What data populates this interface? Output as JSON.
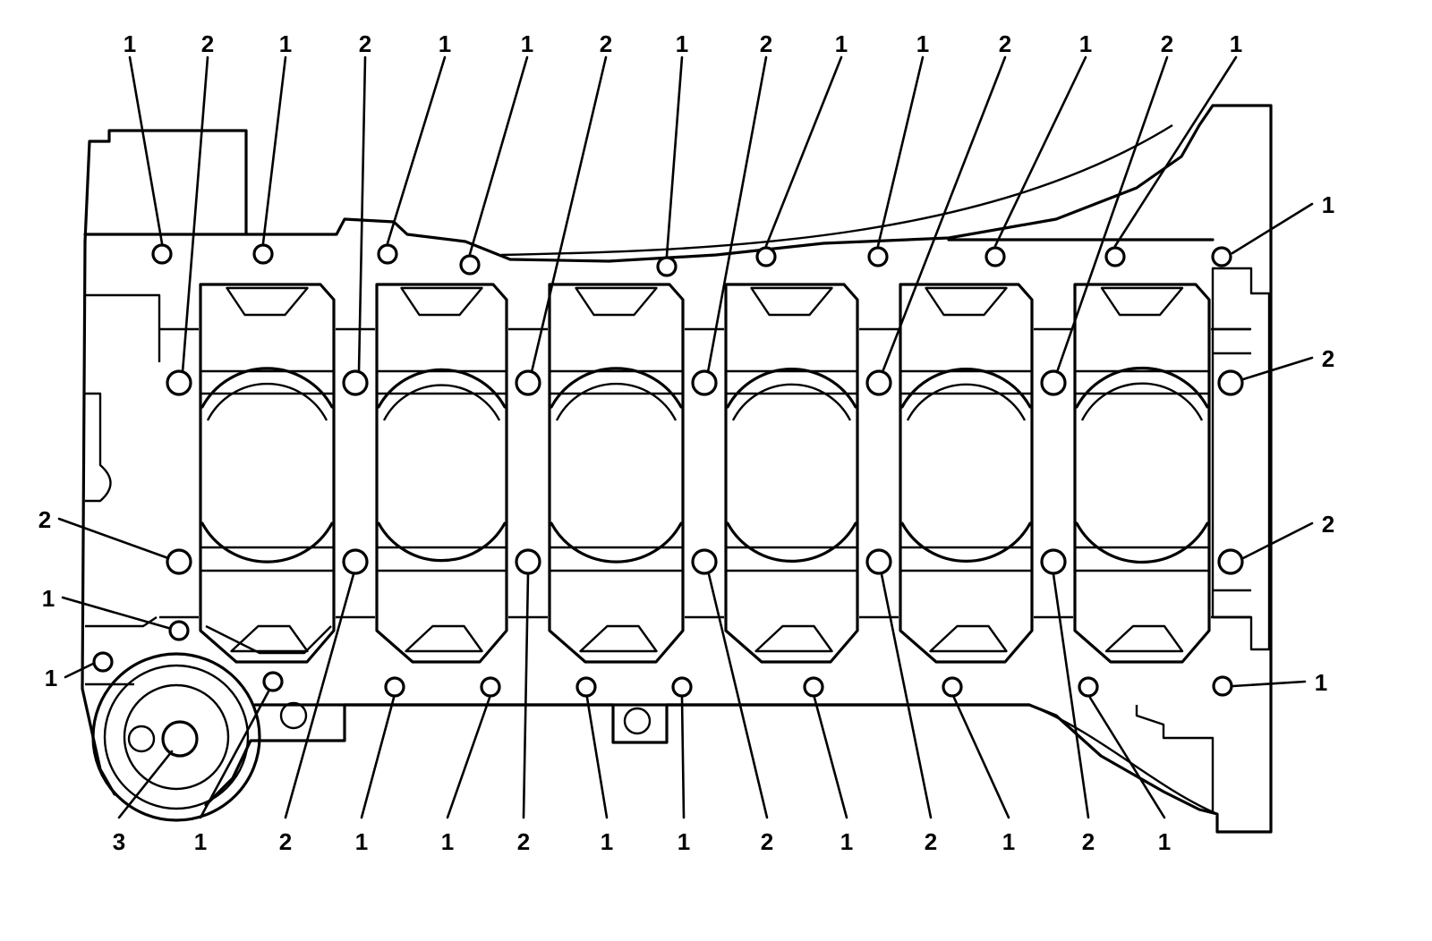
{
  "callouts": [
    {
      "text": "1",
      "target": "upper-block-bolt",
      "row": "top"
    },
    {
      "text": "2",
      "target": "main-bearing-bolt",
      "row": "top"
    },
    {
      "text": "1",
      "target": "upper-block-bolt",
      "row": "top"
    },
    {
      "text": "2",
      "target": "main-bearing-bolt",
      "row": "top"
    },
    {
      "text": "1",
      "target": "upper-block-bolt",
      "row": "top"
    },
    {
      "text": "1",
      "target": "upper-block-bolt",
      "row": "top"
    },
    {
      "text": "2",
      "target": "main-bearing-bolt",
      "row": "top"
    },
    {
      "text": "1",
      "target": "upper-block-bolt",
      "row": "top"
    },
    {
      "text": "2",
      "target": "main-bearing-bolt",
      "row": "top"
    },
    {
      "text": "1",
      "target": "upper-block-bolt",
      "row": "top"
    },
    {
      "text": "1",
      "target": "upper-block-bolt",
      "row": "top"
    },
    {
      "text": "2",
      "target": "main-bearing-bolt",
      "row": "top"
    },
    {
      "text": "1",
      "target": "upper-block-bolt",
      "row": "top"
    },
    {
      "text": "2",
      "target": "main-bearing-bolt",
      "row": "top"
    },
    {
      "text": "1",
      "target": "upper-block-bolt",
      "row": "top"
    },
    {
      "text": "1",
      "target": "upper-block-bolt",
      "row": "right"
    },
    {
      "text": "2",
      "target": "main-bearing-bolt",
      "row": "right"
    },
    {
      "text": "2",
      "target": "main-bearing-bolt",
      "row": "right"
    },
    {
      "text": "1",
      "target": "lower-block-bolt",
      "row": "right"
    },
    {
      "text": "2",
      "target": "main-bearing-bolt",
      "row": "left"
    },
    {
      "text": "1",
      "target": "lower-block-bolt",
      "row": "left"
    },
    {
      "text": "1",
      "target": "lower-block-bolt",
      "row": "left"
    },
    {
      "text": "3",
      "target": "crankshaft-plug",
      "row": "bottom"
    },
    {
      "text": "1",
      "target": "lower-block-bolt",
      "row": "bottom"
    },
    {
      "text": "2",
      "target": "main-bearing-bolt",
      "row": "bottom"
    },
    {
      "text": "1",
      "target": "lower-block-bolt",
      "row": "bottom"
    },
    {
      "text": "1",
      "target": "lower-block-bolt",
      "row": "bottom"
    },
    {
      "text": "2",
      "target": "main-bearing-bolt",
      "row": "bottom"
    },
    {
      "text": "1",
      "target": "lower-block-bolt",
      "row": "bottom"
    },
    {
      "text": "1",
      "target": "lower-block-bolt",
      "row": "bottom"
    },
    {
      "text": "2",
      "target": "main-bearing-bolt",
      "row": "bottom"
    },
    {
      "text": "1",
      "target": "lower-block-bolt",
      "row": "bottom"
    },
    {
      "text": "2",
      "target": "main-bearing-bolt",
      "row": "bottom"
    },
    {
      "text": "1",
      "target": "lower-block-bolt",
      "row": "bottom"
    },
    {
      "text": "2",
      "target": "main-bearing-bolt",
      "row": "bottom"
    },
    {
      "text": "1",
      "target": "lower-block-bolt",
      "row": "bottom"
    }
  ]
}
